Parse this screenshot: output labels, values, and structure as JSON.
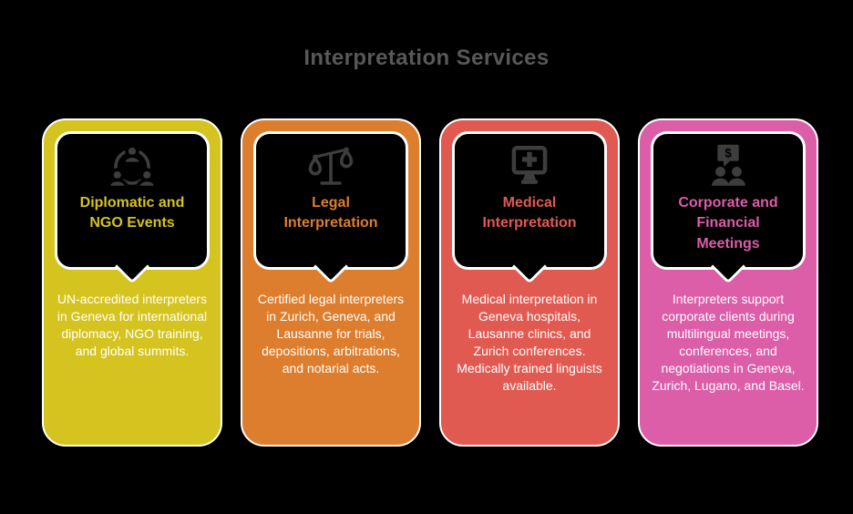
{
  "header": {
    "title": "Interpretation Services"
  },
  "theme": {
    "background": "#000000",
    "panel": "#000000",
    "outline": "#ffffff",
    "icon": "#3d3d3d",
    "title": "#57585a",
    "body_text": "#ffffff"
  },
  "cards": [
    {
      "id": "diplomatic-ngo-events",
      "color": "#d5c41f",
      "icon": "people-network-icon",
      "title": "Diplomatic and NGO Events",
      "body": "UN-accredited interpreters in Geneva for international diplomacy, NGO training, and global summits."
    },
    {
      "id": "legal-interpretation",
      "color": "#dd7e2e",
      "icon": "justice-scales-icon",
      "title": "Legal Interpretation",
      "body": "Certified legal interpreters in Zurich, Geneva, and Lausanne for trials, depositions, arbitrations, and notarial acts."
    },
    {
      "id": "medical-interpretation",
      "color": "#e15a51",
      "icon": "medical-monitor-icon",
      "title": "Medical Interpretation",
      "body": "Medical interpretation in Geneva hospitals, Lausanne clinics, and Zurich conferences. Medically trained linguists available."
    },
    {
      "id": "corporate-financial-meetings",
      "color": "#dc5da8",
      "icon": "finance-discussion-icon",
      "title": "Corporate and Financial Meetings",
      "body": "Interpreters support corporate clients during multilingual meetings, conferences, and negotiations in Geneva, Zurich, Lugano, and Basel."
    }
  ]
}
